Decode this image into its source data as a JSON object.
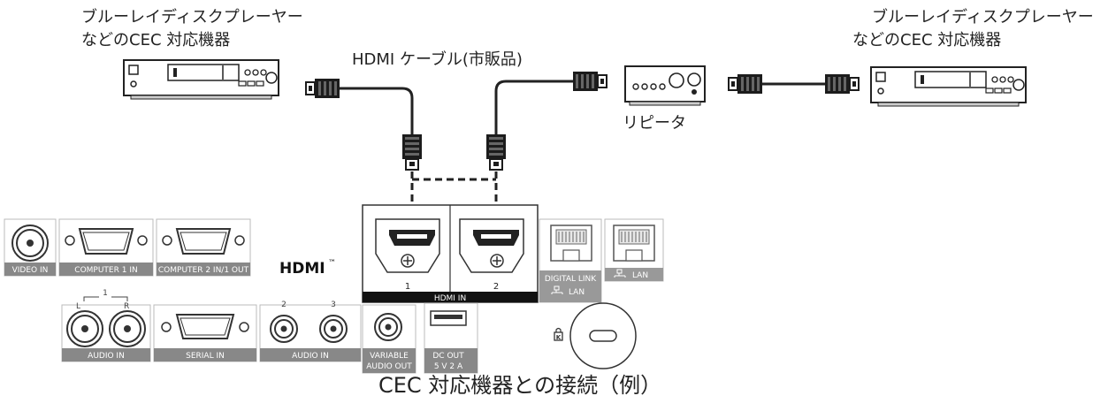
{
  "labels": {
    "device_left_line1": "ブルーレイディスクプレーヤー",
    "device_left_line2": "などのCEC 対応機器",
    "device_right_line1": "ブルーレイディスクプレーヤー",
    "device_right_line2": "などのCEC 対応機器",
    "cable": "HDMI ケーブル(市販品)",
    "repeater": "リピータ",
    "caption": "CEC 対応機器との接続（例）"
  },
  "panel": {
    "hdmi_logo": "HDMI",
    "tm": "™",
    "video_in": "VIDEO IN",
    "computer1_in": "COMPUTER 1 IN",
    "computer2_in": "COMPUTER 2 IN/1 OUT",
    "hdmi_port1": "1",
    "hdmi_port2": "2",
    "hdmi_in": "HDMI IN",
    "digital_link": "DIGITAL LINK",
    "lan1": "LAN",
    "lan2": "LAN",
    "audio_in_group": "1",
    "audio_in_l": "L",
    "audio_in_r": "R",
    "audio_in1": "AUDIO IN",
    "serial_in": "SERIAL IN",
    "audio_in2_n2": "2",
    "audio_in2_n3": "3",
    "audio_in2": "AUDIO IN",
    "variable1": "VARIABLE",
    "variable2": "AUDIO OUT",
    "dcout1": "DC OUT",
    "dcout2": "5 V  2 A"
  }
}
